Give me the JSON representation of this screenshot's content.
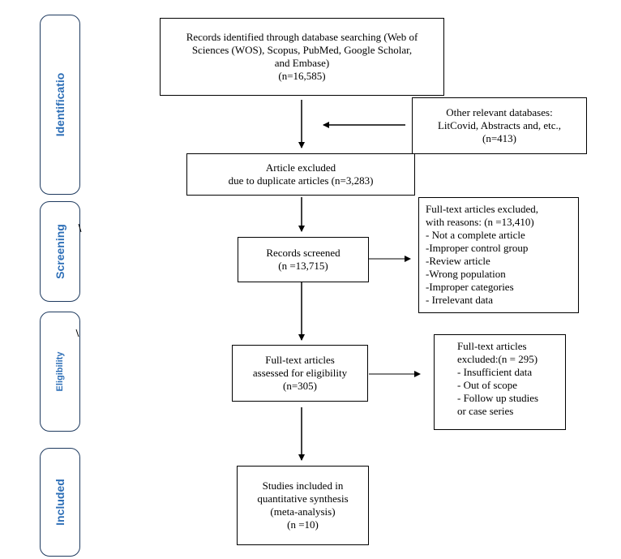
{
  "stages": [
    {
      "id": "identification",
      "label": "Identificatio"
    },
    {
      "id": "screening",
      "label": "Screening"
    },
    {
      "id": "eligibility",
      "label": "Eligibility"
    },
    {
      "id": "included",
      "label": "Included"
    }
  ],
  "boxes": {
    "records_identified": [
      "Records identified through database searching (Web of",
      "Sciences (WOS), Scopus, PubMed, Google Scholar,",
      "and Embase)",
      "(n=16,585)"
    ],
    "other_databases": [
      "Other relevant databases:",
      "LitCovid, Abstracts and, etc.,",
      "(n=413)"
    ],
    "duplicates_excluded": [
      "Article excluded",
      "due to duplicate articles (n=3,283)"
    ],
    "records_screened": [
      "Records screened",
      "(n =13,715)"
    ],
    "fulltext_excluded_screening": [
      "Full-text articles excluded,",
      "with reasons: (n =13,410)",
      "- Not a complete article",
      "-Improper control group",
      "-Review article",
      "-Wrong population",
      "-Improper categories",
      "- Irrelevant data"
    ],
    "fulltext_assessed": [
      "Full-text articles",
      "assessed for eligibility",
      "(n=305)"
    ],
    "fulltext_excluded_eligibility": [
      "Full-text articles",
      "excluded:(n = 295)",
      "- Insufficient data",
      "- Out of scope",
      "- Follow up studies",
      "or case series"
    ],
    "studies_included": [
      "Studies included in",
      "quantitative synthesis",
      "(meta-analysis)",
      "(n =10)"
    ]
  }
}
